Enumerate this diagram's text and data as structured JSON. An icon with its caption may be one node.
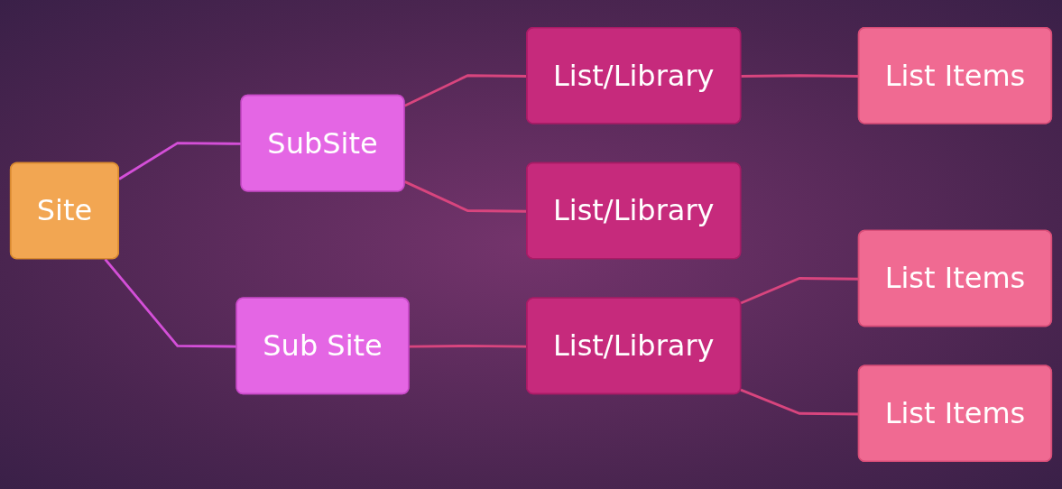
{
  "diagram": {
    "nodes": [
      {
        "text": [
          "Site"
        ]
      },
      {
        "text": [
          "SubSite"
        ]
      },
      {
        "text": [
          "List/Library"
        ]
      },
      {
        "text": [
          "List Items"
        ]
      },
      {
        "text": [
          "List/Library"
        ]
      },
      {
        "text": [
          "Sub Site"
        ]
      },
      {
        "text": [
          "List/Library"
        ]
      },
      {
        "text": [
          "List Items"
        ]
      },
      {
        "text": [
          "List Items"
        ]
      }
    ],
    "edges": [
      {
        "from": 0,
        "to": 1,
        "arrow": "none",
        "color": "#d44fd8"
      },
      {
        "from": 0,
        "to": 5,
        "arrow": "none",
        "color": "#d44fd8"
      },
      {
        "from": 1,
        "to": 2,
        "arrow": "none"
      },
      {
        "from": 1,
        "to": 4,
        "arrow": "none"
      },
      {
        "from": 2,
        "to": 3,
        "arrow": "none"
      },
      {
        "from": 5,
        "to": 6,
        "arrow": "none"
      },
      {
        "from": 6,
        "to": 7,
        "arrow": "none"
      },
      {
        "from": 6,
        "to": 8,
        "arrow": "none"
      }
    ]
  }
}
